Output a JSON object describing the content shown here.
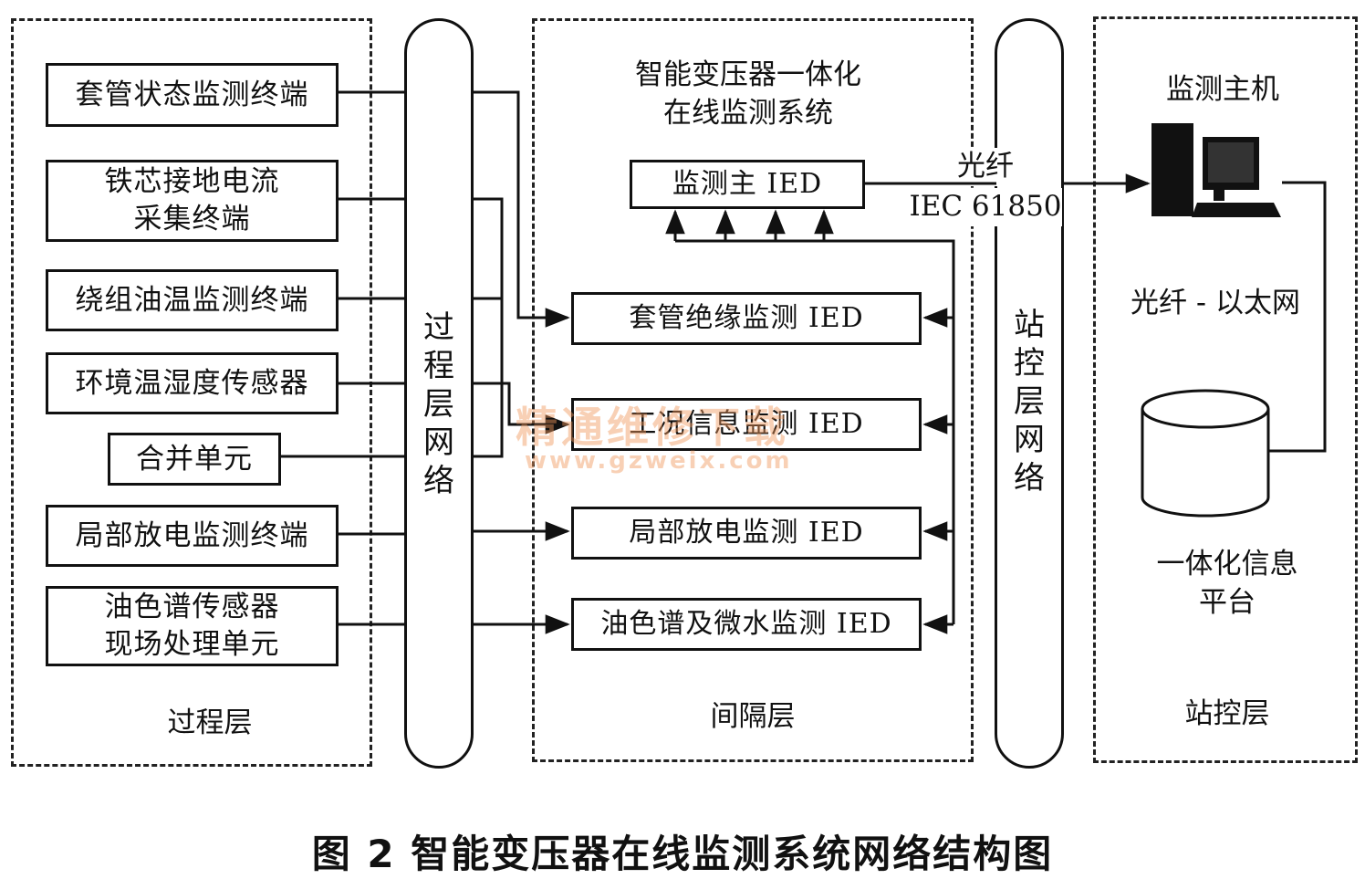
{
  "zones": {
    "process": "过程层",
    "bay": "间隔层",
    "station": "站控层"
  },
  "buses": {
    "process": "过程层网络",
    "station": "站控层网络"
  },
  "process_terminals": [
    "套管状态监测终端",
    "铁芯接地电流\n采集终端",
    "绕组油温监测终端",
    "环境温湿度传感器",
    "合并单元",
    "局部放电监测终端",
    "油色谱传感器\n现场处理单元"
  ],
  "bay": {
    "system_title": "智能变压器一体化\n在线监测系统",
    "main_ied": "监测主 IED",
    "sub_ieds": [
      "套管绝缘监测 IED",
      "工况信息监测 IED",
      "局部放电监测 IED",
      "油色谱及微水监测 IED"
    ]
  },
  "link": {
    "medium": "光纤",
    "protocol": "IEC 61850"
  },
  "station": {
    "host": "监测主机",
    "network": "光纤 - 以太网",
    "platform": "一体化信息\n平台"
  },
  "watermark": {
    "text": "精通维修下载",
    "url": "www.gzweix.com"
  },
  "caption": "图 2   智能变压器在线监测系统网络结构图"
}
